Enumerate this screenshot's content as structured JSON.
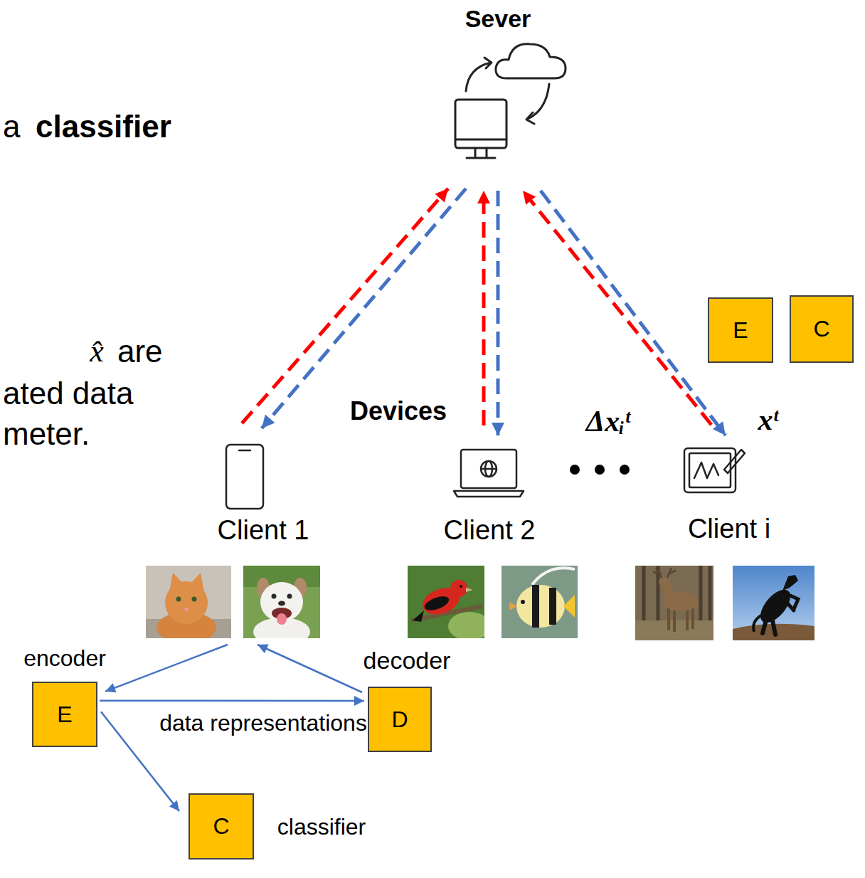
{
  "diagram": {
    "nodes": [
      {
        "text": [
          "Sever"
        ]
      },
      {
        "text": [
          "E"
        ]
      },
      {
        "text": [
          "C"
        ]
      },
      {
        "text": [
          "Client 1"
        ]
      },
      {
        "text": [
          "Client 2"
        ]
      },
      {
        "text": [
          "Client i"
        ]
      },
      {
        "text": [
          "encoder",
          "E"
        ]
      },
      {
        "text": [
          "decoder",
          "D"
        ]
      },
      {
        "text": [
          "C",
          "classifier"
        ]
      }
    ],
    "edges": [
      {
        "from": 3,
        "to": 0,
        "arrow": "to"
      },
      {
        "from": 0,
        "to": 3,
        "arrow": "to"
      },
      {
        "from": 4,
        "to": 0,
        "arrow": "to"
      },
      {
        "from": 0,
        "to": 4,
        "arrow": "to"
      },
      {
        "from": 5,
        "to": 0,
        "arrow": "to"
      },
      {
        "from": 0,
        "to": 5,
        "arrow": "to"
      },
      {
        "from": 3,
        "to": 6,
        "arrow": "to"
      },
      {
        "from": 7,
        "to": 3,
        "arrow": "to"
      },
      {
        "from": 6,
        "to": 7,
        "arrow": "to"
      },
      {
        "from": 6,
        "to": 8,
        "arrow": "to"
      }
    ],
    "labels": [
      "a",
      "classifier",
      "x̂",
      "are",
      "ated data",
      "meter.",
      "Devices",
      "Δxᵢᵗ",
      "xᵗ",
      "data representations"
    ]
  }
}
